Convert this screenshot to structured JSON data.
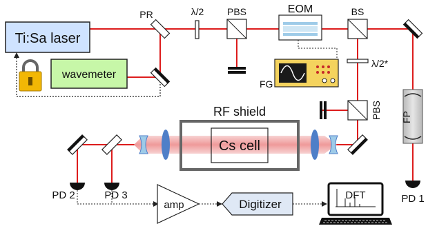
{
  "labels": {
    "laser": "Ti:Sa laser",
    "wavemeter": "wavemeter",
    "pr": "PR",
    "hwp_top": "λ/2",
    "pbs_top": "PBS",
    "eom": "EOM",
    "bs": "BS",
    "hwp_star": "λ/2*",
    "fg": "FG",
    "pbs_mid": "PBS",
    "fp": "FP",
    "rf_shield": "RF shield",
    "cs_cell": "Cs cell",
    "pd1": "PD 1",
    "pd2": "PD 2",
    "pd3": "PD 3",
    "amp": "amp",
    "digitizer": "Digitizer",
    "dft": "DFT"
  },
  "colors": {
    "beam": "#dd1c1c",
    "laser_box": "#cfe3ff",
    "wavemeter_box": "#c7f7a8",
    "fg_box": "#f4d35e",
    "lock": "#f2b705",
    "digitizer_box": "#dfe8f5",
    "lens": "#4f7fc8",
    "cell_glow": "#f2a8a8"
  },
  "icons": [
    "lock-icon",
    "function-generator-screen",
    "computer-monitor-icon",
    "keyboard-icon"
  ]
}
